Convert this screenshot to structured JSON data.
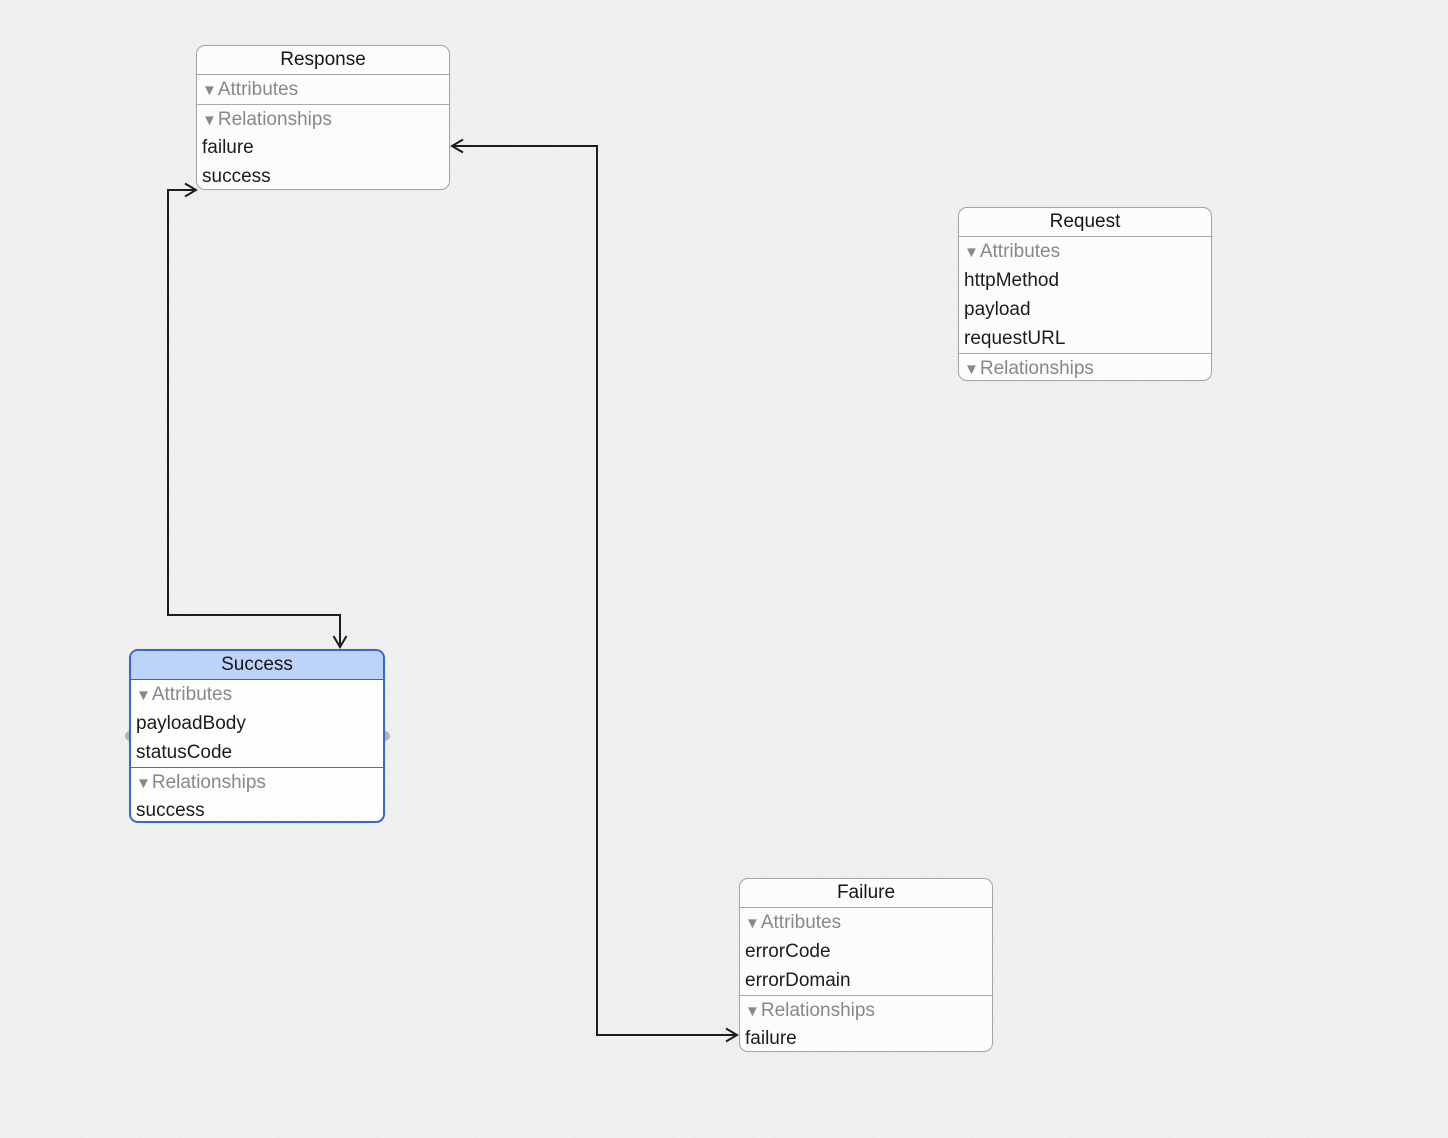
{
  "icons": {
    "disclosure": "▼"
  },
  "colors": {
    "background": "#f0f0f1",
    "entity_border": "#a5a5a5",
    "entity_fill": "#fcfcfc",
    "selection_blue": "#3767d6",
    "selection_header_fill": "#bdd4f8",
    "section_text": "#88888c",
    "row_text": "#1c1c1e",
    "wire": "#1d1d1d",
    "handle": "#b5b5b5"
  },
  "entities": [
    {
      "title": "Response",
      "selected": false,
      "sections": [
        {
          "label": "Attributes",
          "items": []
        },
        {
          "label": "Relationships",
          "items": [
            "failure",
            "success"
          ]
        }
      ]
    },
    {
      "title": "Request",
      "selected": false,
      "sections": [
        {
          "label": "Attributes",
          "items": [
            "httpMethod",
            "payload",
            "requestURL"
          ]
        },
        {
          "label": "Relationships",
          "items": []
        }
      ]
    },
    {
      "title": "Success",
      "selected": true,
      "sections": [
        {
          "label": "Attributes",
          "items": [
            "payloadBody",
            "statusCode"
          ]
        },
        {
          "label": "Relationships",
          "items": [
            "success"
          ]
        }
      ]
    },
    {
      "title": "Failure",
      "selected": false,
      "sections": [
        {
          "label": "Attributes",
          "items": [
            "errorCode",
            "errorDomain"
          ]
        },
        {
          "label": "Relationships",
          "items": [
            "failure"
          ]
        }
      ]
    }
  ],
  "connections": [
    {
      "description": "Response.success to Success entity, double arrowheads"
    },
    {
      "description": "Response.failure to Failure entity, double arrowheads"
    }
  ]
}
